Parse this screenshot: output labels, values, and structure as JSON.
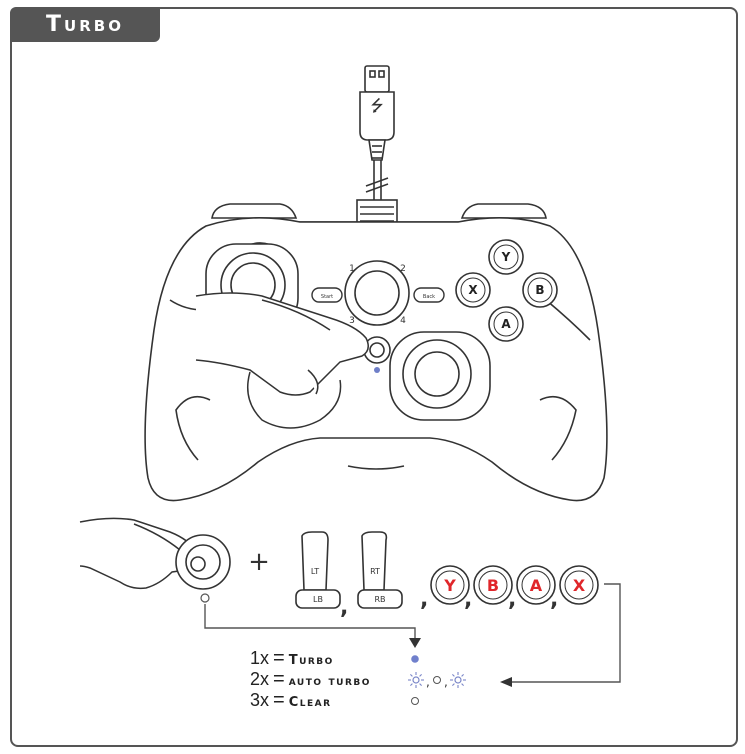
{
  "header": {
    "title": "Turbo"
  },
  "controller": {
    "usb_symbol": "⭍",
    "start_label": "Start",
    "back_label": "Back",
    "dpad_numbers": [
      "1",
      "2",
      "3",
      "4"
    ],
    "face_buttons": {
      "y": "Y",
      "b": "B",
      "x": "X",
      "a": "A"
    },
    "led_color": "#6f7fc8"
  },
  "combo": {
    "plus": "+",
    "lt": "LT",
    "lb": "LB",
    "rt": "RT",
    "rb": "RB",
    "comma": ",",
    "face_buttons": [
      "Y",
      "B",
      "A",
      "X"
    ],
    "accent": "#e0262a"
  },
  "legend": {
    "rows": [
      {
        "count": "1x",
        "eq": "=",
        "label": "Turbo",
        "indicator": "led-on-icon"
      },
      {
        "count": "2x",
        "eq": "=",
        "label": "auto turbo",
        "indicator": "led-blink-icon"
      },
      {
        "count": "3x",
        "eq": "=",
        "label": "Clear",
        "indicator": "led-off-icon"
      }
    ],
    "blink_sep": ","
  }
}
